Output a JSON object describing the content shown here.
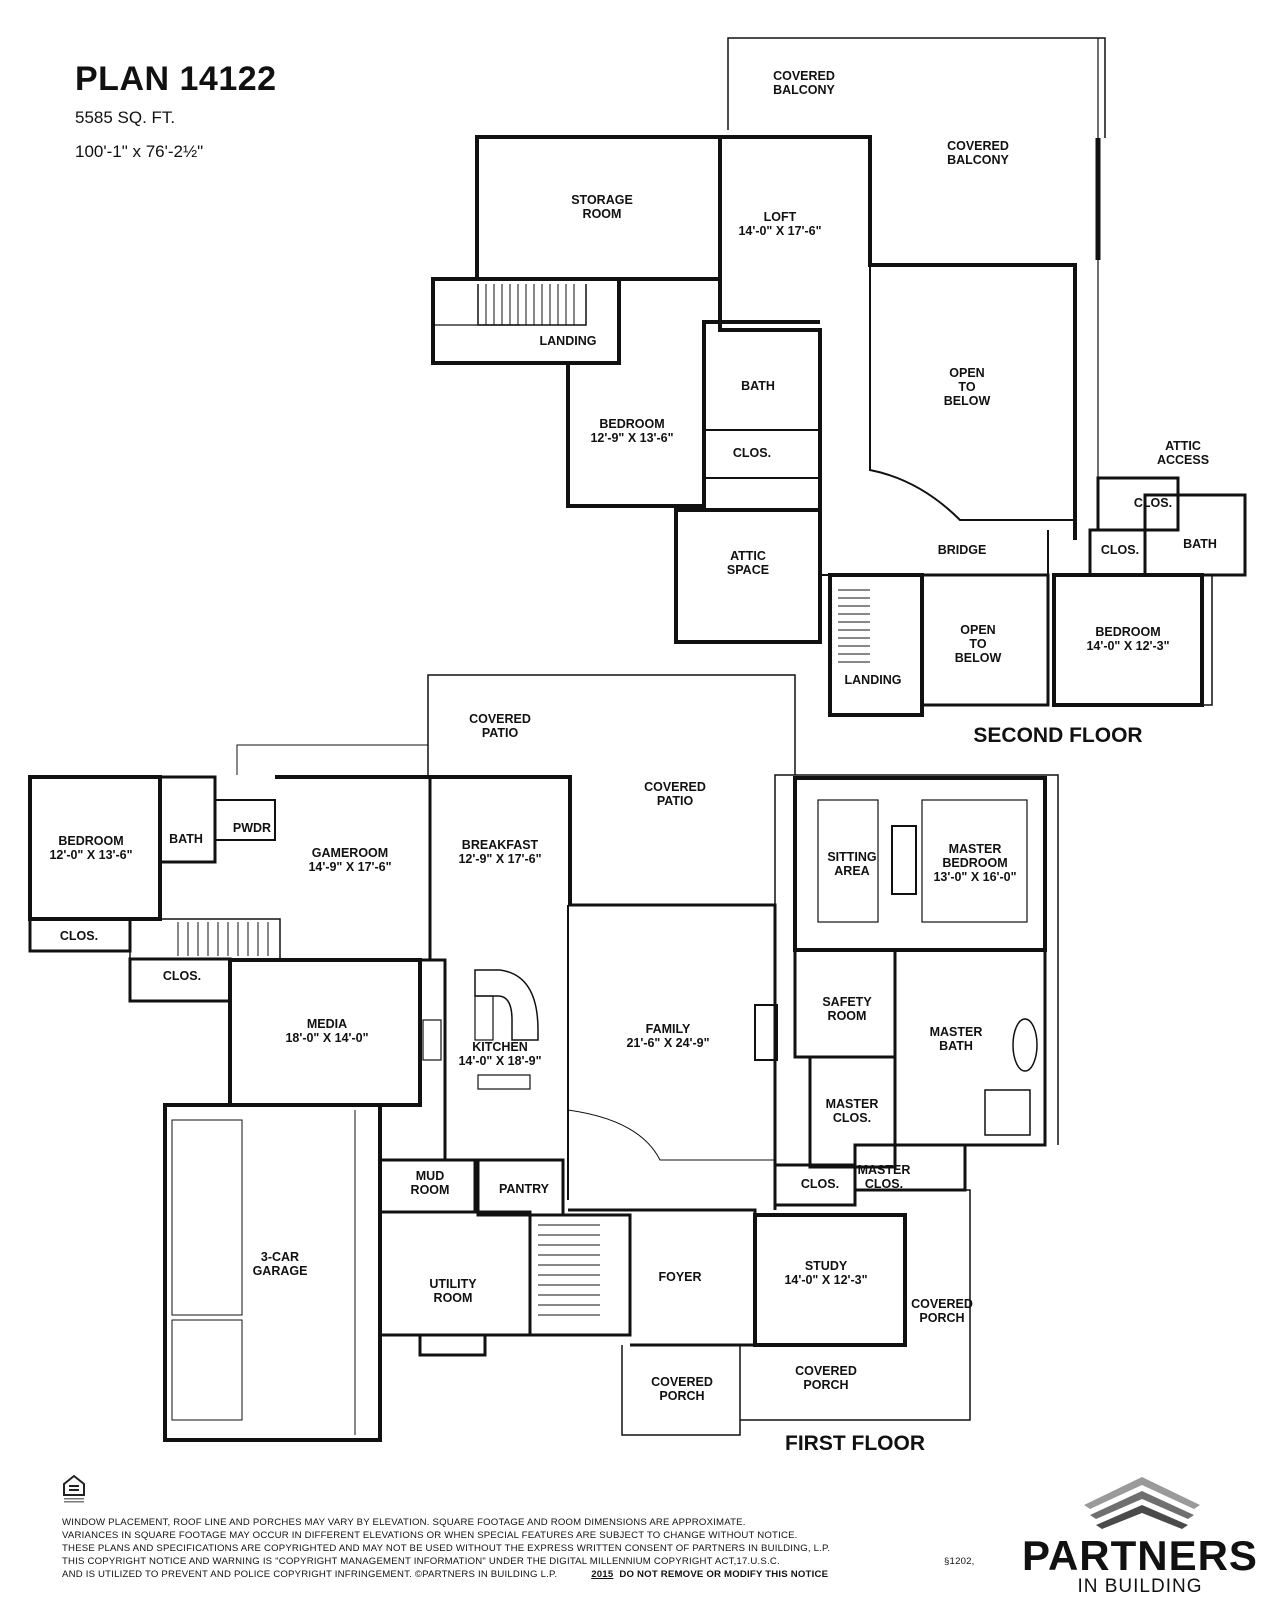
{
  "plan": {
    "title": "PLAN 14122",
    "sqft": "5585 SQ. FT.",
    "dimensions": "100'-1\" x 76'-2½\""
  },
  "second_floor": {
    "label": "SECOND FLOOR",
    "rooms": {
      "covered_balcony_1": [
        "COVERED",
        "BALCONY"
      ],
      "covered_balcony_2": [
        "COVERED",
        "BALCONY"
      ],
      "storage_room": [
        "STORAGE",
        "ROOM"
      ],
      "loft": [
        "LOFT",
        "14'-0\" X 17'-6\""
      ],
      "landing_top": [
        "LANDING"
      ],
      "open_to_below_1": [
        "OPEN",
        "TO",
        "BELOW"
      ],
      "bath_1": [
        "BATH"
      ],
      "bedroom_1": [
        "BEDROOM",
        "12'-9\" X 13'-6\""
      ],
      "clos_1": [
        "CLOS."
      ],
      "attic_access": [
        "ATTIC",
        "ACCESS"
      ],
      "clos_2": [
        "CLOS."
      ],
      "bridge": [
        "BRIDGE"
      ],
      "clos_3": [
        "CLOS."
      ],
      "bath_2": [
        "BATH"
      ],
      "attic_space": [
        "ATTIC",
        "SPACE"
      ],
      "open_to_below_2": [
        "OPEN",
        "TO",
        "BELOW"
      ],
      "bedroom_2": [
        "BEDROOM",
        "14'-0\" X 12'-3\""
      ],
      "landing_bottom": [
        "LANDING"
      ]
    }
  },
  "first_floor": {
    "label": "FIRST FLOOR",
    "rooms": {
      "covered_patio_1": [
        "COVERED",
        "PATIO"
      ],
      "covered_patio_2": [
        "COVERED",
        "PATIO"
      ],
      "bedroom": [
        "BEDROOM",
        "12'-0\" X 13'-6\""
      ],
      "bath": [
        "BATH"
      ],
      "pwdr": [
        "PWDR"
      ],
      "gameroom": [
        "GAMEROOM",
        "14'-9\" X 17'-6\""
      ],
      "breakfast": [
        "BREAKFAST",
        "12'-9\" X 17'-6\""
      ],
      "sitting_area": [
        "SITTING",
        "AREA"
      ],
      "master_bedroom": [
        "MASTER",
        "BEDROOM",
        "13'-0\" X 16'-0\""
      ],
      "clos_1": [
        "CLOS."
      ],
      "clos_2": [
        "CLOS."
      ],
      "media": [
        "MEDIA",
        "18'-0\" X 14'-0\""
      ],
      "kitchen": [
        "KITCHEN",
        "14'-0\" X 18'-9\""
      ],
      "family": [
        "FAMILY",
        "21'-6\" X 24'-9\""
      ],
      "safety_room": [
        "SAFETY",
        "ROOM"
      ],
      "master_bath": [
        "MASTER",
        "BATH"
      ],
      "master_clos_1": [
        "MASTER",
        "CLOS."
      ],
      "master_clos_2": [
        "MASTER",
        "CLOS."
      ],
      "clos_3": [
        "CLOS."
      ],
      "mud_room": [
        "MUD",
        "ROOM"
      ],
      "pantry": [
        "PANTRY"
      ],
      "garage": [
        "3-CAR",
        "GARAGE"
      ],
      "utility_room": [
        "UTILITY",
        "ROOM"
      ],
      "foyer": [
        "FOYER"
      ],
      "study": [
        "STUDY",
        "14'-0\" X 12'-3\""
      ],
      "covered_porch_1": [
        "COVERED",
        "PORCH"
      ],
      "covered_porch_2": [
        "COVERED",
        "PORCH"
      ],
      "covered_porch_3": [
        "COVERED",
        "PORCH"
      ]
    }
  },
  "footer": {
    "line1": "WINDOW PLACEMENT, ROOF LINE AND PORCHES MAY VARY BY ELEVATION.  SQUARE FOOTAGE AND ROOM DIMENSIONS ARE APPROXIMATE.",
    "line2": "VARIANCES IN SQUARE FOOTAGE MAY OCCUR IN DIFFERENT ELEVATIONS OR WHEN SPECIAL FEATURES ARE SUBJECT TO CHANGE WITHOUT NOTICE.",
    "line3": "THESE PLANS AND SPECIFICATIONS ARE COPYRIGHTED AND MAY NOT BE USED WITHOUT THE EXPRESS WRITTEN CONSENT OF PARTNERS IN BUILDING, L.P.",
    "line4": "THIS COPYRIGHT NOTICE AND WARNING IS \"COPYRIGHT MANAGEMENT INFORMATION\" UNDER THE DIGITAL MILLENNIUM COPYRIGHT ACT,17.U.S.C.",
    "line4_section": "§1202,",
    "line5": "AND IS UTILIZED TO PREVENT AND POLICE COPYRIGHT INFRINGEMENT.  ©PARTNERS IN BUILDING L.P.",
    "year": "2015",
    "do_not_remove": "DO NOT REMOVE OR MODIFY THIS NOTICE"
  },
  "brand": {
    "name": "PARTNERS",
    "subtitle": "IN BUILDING",
    "roof_colors": [
      "#9a9a9a",
      "#6f6f6f",
      "#4a4a4a"
    ]
  },
  "icons": {
    "equal_housing": "equal-housing-opportunity-icon"
  },
  "colors": {
    "wall": "#111111",
    "thin_line": "#333333"
  }
}
